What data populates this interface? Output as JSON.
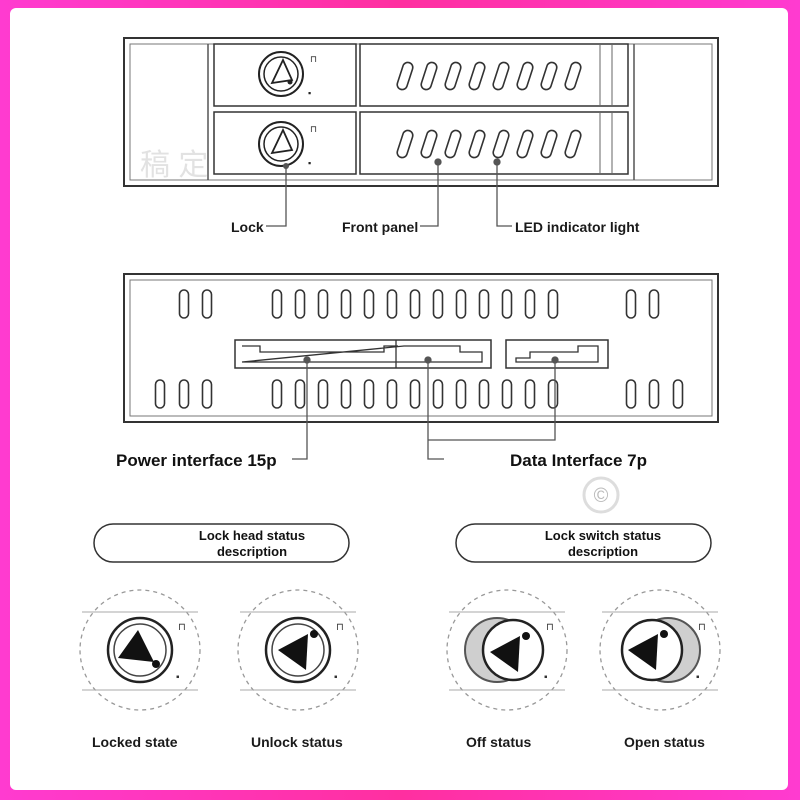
{
  "top_labels": {
    "lock": "Lock",
    "front_panel": "Front panel",
    "led": "LED indicator light"
  },
  "rear_labels": {
    "power": "Power interface 15p",
    "data": "Data Interface 7p"
  },
  "pills": {
    "lock_head_line1": "Lock head status",
    "lock_head_line2": "description",
    "lock_switch_line1": "Lock switch status",
    "lock_switch_line2": "description"
  },
  "states": {
    "locked": "Locked state",
    "unlock": "Unlock status",
    "off": "Off status",
    "open": "Open status"
  },
  "copyright_symbol": "©",
  "colors": {
    "border": "#ff2fa0",
    "line": "#333333",
    "fill": "#111111"
  }
}
